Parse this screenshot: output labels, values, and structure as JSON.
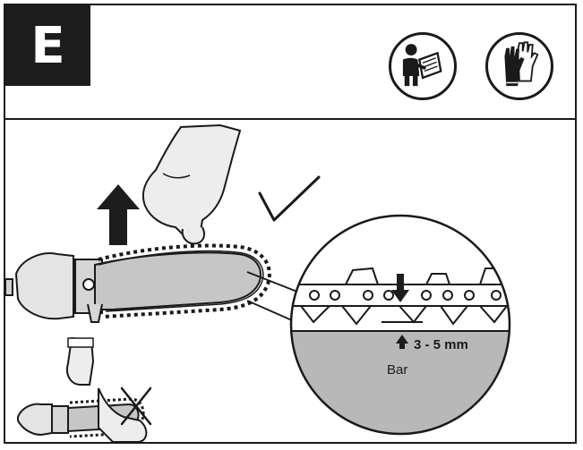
{
  "step": {
    "letter": "E"
  },
  "icons": [
    {
      "name": "read-manual-icon"
    },
    {
      "name": "gloves-icon"
    }
  ],
  "detail": {
    "measurement": "3 - 5 mm",
    "bar_label": "Bar"
  },
  "colors": {
    "ink": "#1a1a1a",
    "bar_fill": "#b8b8b8",
    "arrow": "#1d1d1d"
  }
}
